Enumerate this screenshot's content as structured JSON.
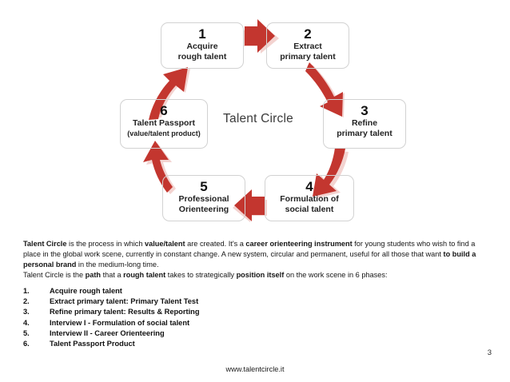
{
  "colors": {
    "arrow_solid": "#C3362F",
    "arrow_shadow": "#F3D3D0",
    "node_border": "#D2D2D2",
    "center_title": "#3B3B3B",
    "text": "#161616"
  },
  "diagram": {
    "center_title": "Talent Circle",
    "nodes": [
      {
        "num": "1",
        "label": "Acquire",
        "sub": "rough talent"
      },
      {
        "num": "2",
        "label": "Extract",
        "sub": "primary talent"
      },
      {
        "num": "3",
        "label": "Refine",
        "sub": "primary talent"
      },
      {
        "num": "4",
        "label": "Formulation of",
        "sub": "social talent"
      },
      {
        "num": "5",
        "label": "Professional",
        "sub": "Orienteering"
      },
      {
        "num": "6",
        "label": "Talent Passport",
        "sub": "(value/talent product)"
      }
    ],
    "arrows": [
      {
        "name": "arrow-1-to-2",
        "direction": "right"
      },
      {
        "name": "arrow-2-to-3",
        "direction": "down-right"
      },
      {
        "name": "arrow-3-to-4",
        "direction": "down-left"
      },
      {
        "name": "arrow-4-to-5",
        "direction": "left"
      },
      {
        "name": "arrow-5-to-6",
        "direction": "up-left"
      },
      {
        "name": "arrow-6-to-1",
        "direction": "up-right"
      }
    ]
  },
  "body": {
    "p1_a": "Talent Circle",
    "p1_b": " is the process in which ",
    "p1_c": "value/talent",
    "p1_d": " are created. It's a ",
    "p1_e": "career orienteering instrument",
    "p1_f": " for young students who wish to find a place in the global work scene, currently in constant change. A new system, circular and permanent, useful for all those that want ",
    "p1_g": "to build a personal brand",
    "p1_h": " in the medium-long time.",
    "p2_a": "Talent Circle is the ",
    "p2_b": "path",
    "p2_c": " that a ",
    "p2_d": "rough talent",
    "p2_e": " takes to strategically ",
    "p2_f": "position itself",
    "p2_g": " on the work scene in 6 phases:"
  },
  "phases": [
    {
      "num": "1.",
      "text": "Acquire rough talent"
    },
    {
      "num": "2.",
      "text": "Extract primary talent: Primary Talent Test"
    },
    {
      "num": "3.",
      "text": "Refine primary talent: Results & Reporting"
    },
    {
      "num": "4.",
      "text": "Interview I - Formulation of social talent"
    },
    {
      "num": "5.",
      "text": "Interview II - Career Orienteering"
    },
    {
      "num": "6.",
      "text": "Talent Passport Product"
    }
  ],
  "footer": {
    "page_number": "3",
    "url": "www.talentcircle.it"
  }
}
